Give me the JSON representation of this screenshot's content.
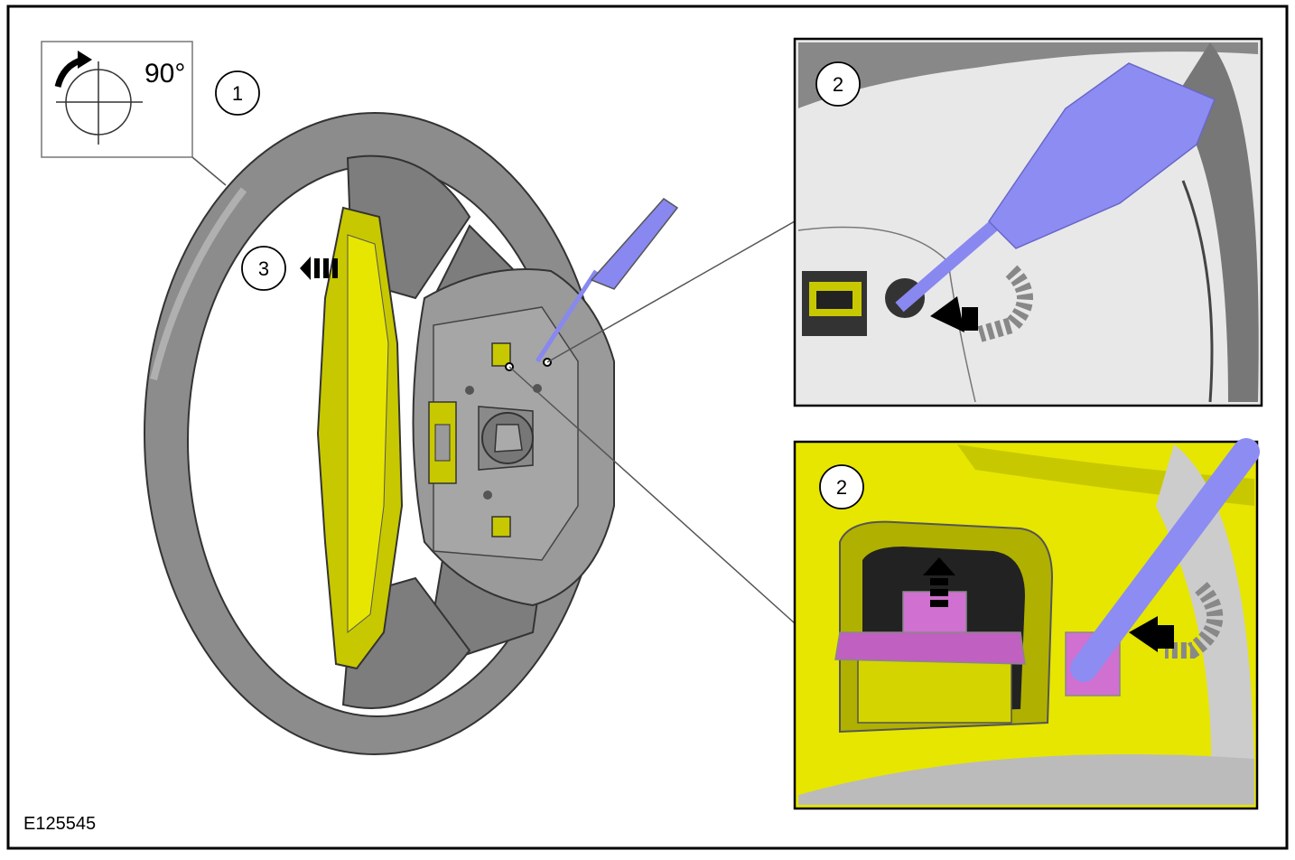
{
  "figure": {
    "id": "E125545",
    "callouts": {
      "step1": "1",
      "step2_top": "2",
      "step2_bottom": "2",
      "step3": "3"
    },
    "rotation_symbol": {
      "angle_label": "90°"
    },
    "colors": {
      "wheel": "#8c8c8c",
      "wheel_dark": "#5a5a5a",
      "airbag": "#c8c800",
      "airbag_bright": "#e6e600",
      "screwdriver": "#8888f0",
      "connector": "#d070d0",
      "panel_bg": "#e8e8e8"
    },
    "icons": [
      "rotate-90-icon",
      "push-arrow-icon",
      "rotation-arrow-icon",
      "pull-arrow-icon"
    ]
  }
}
